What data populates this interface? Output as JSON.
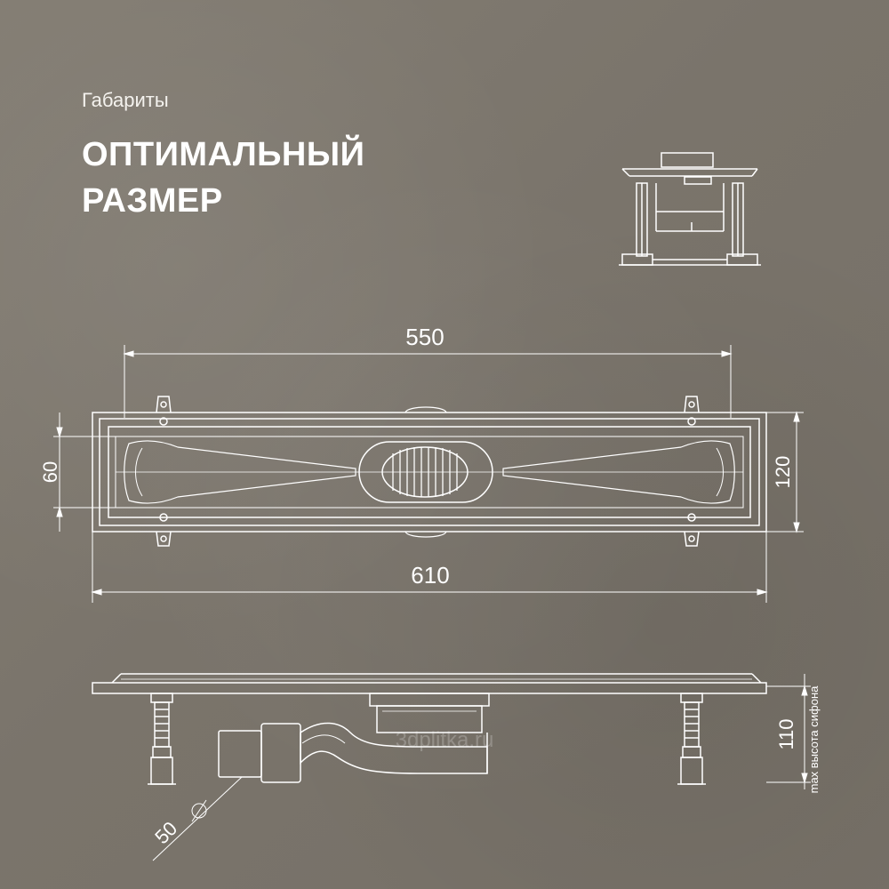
{
  "header": {
    "subtitle": "Габариты",
    "title_line1": "ОПТИМАЛЬНЫЙ",
    "title_line2": "РАЗМЕР"
  },
  "dimensions": {
    "width_inner": "550",
    "width_outer": "610",
    "height_inner": "60",
    "height_outer": "120",
    "drain_height": "110",
    "siphon_label": "max высота сифона",
    "outlet_diameter": "50"
  },
  "watermark": "3dplitka.ru",
  "colors": {
    "line": "#ffffff",
    "background": "#7d786f"
  }
}
